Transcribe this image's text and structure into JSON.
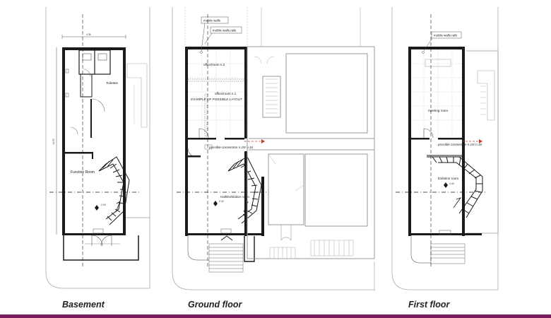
{
  "colors": {
    "accent_bar": "#7a1f5e",
    "wall": "#1a1a1a",
    "thin": "#888888",
    "faint": "#bbbbbb",
    "red_arrow": "#d0341f"
  },
  "captions": {
    "basement": "Basement",
    "ground": "Ground floor",
    "first": "First floor"
  },
  "basement": {
    "toilettes": "Toilettes",
    "function_room": "Function Room",
    "dim_top": "4.35",
    "dim_side": "16.75",
    "level": "-2.00"
  },
  "ground": {
    "callout_mobile_walls": "mobile walls",
    "callout_mobile_walls_rails": "mobile walls rails",
    "office_2": "office/room n.2",
    "office_1": "office/room n.1",
    "example_layout": "EXAMPLE OF POSSIBLE LAYOUT",
    "possible_connection": "possible connection n.15/ n.16",
    "hall_exhibition": "Hall/Exhibition room",
    "level": "0.00"
  },
  "first": {
    "callout_mobile_walls_rails": "mobile walls rails",
    "meeting_room": "meeting room",
    "possible_connection": "possible connection n.15/ n.16",
    "exhibition_room": "Exibition room",
    "level": "4.40"
  }
}
